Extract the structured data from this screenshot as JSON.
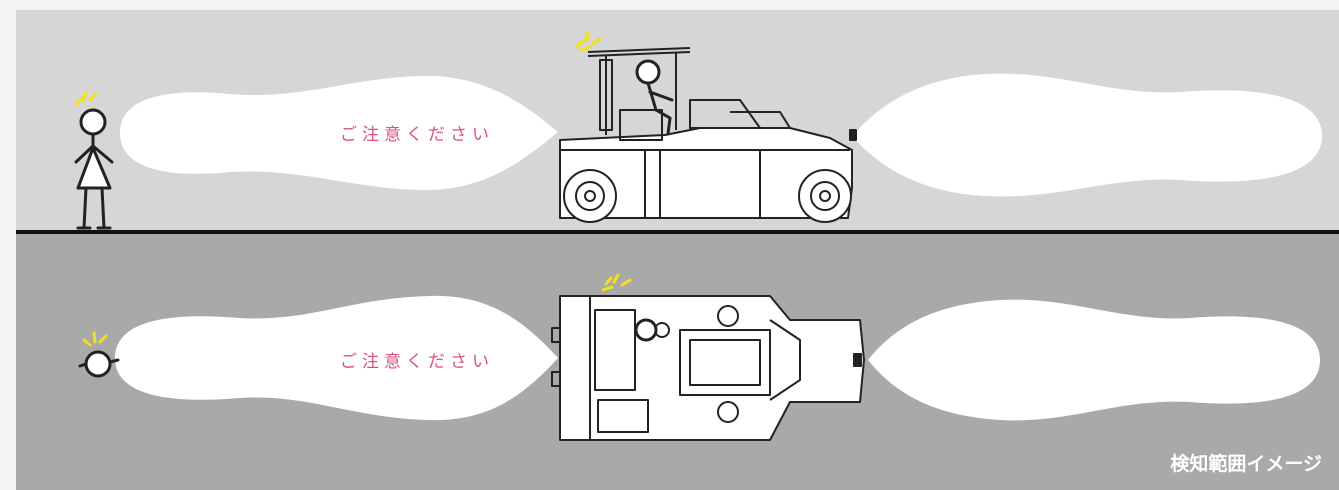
{
  "colors": {
    "page": "#f4f4f2",
    "panel_side": "#d6d6d6",
    "panel_top": "#a9a9a9",
    "zone": "#ffffff",
    "warning_text": "#d9537a",
    "alert_mark": "#f2e21c",
    "line": "#222222",
    "footer_text": "#ffffff"
  },
  "side_view": {
    "warning_label": "ご注意ください"
  },
  "top_view": {
    "warning_label": "ご注意ください"
  },
  "footer": {
    "caption": "検知範囲イメージ"
  }
}
